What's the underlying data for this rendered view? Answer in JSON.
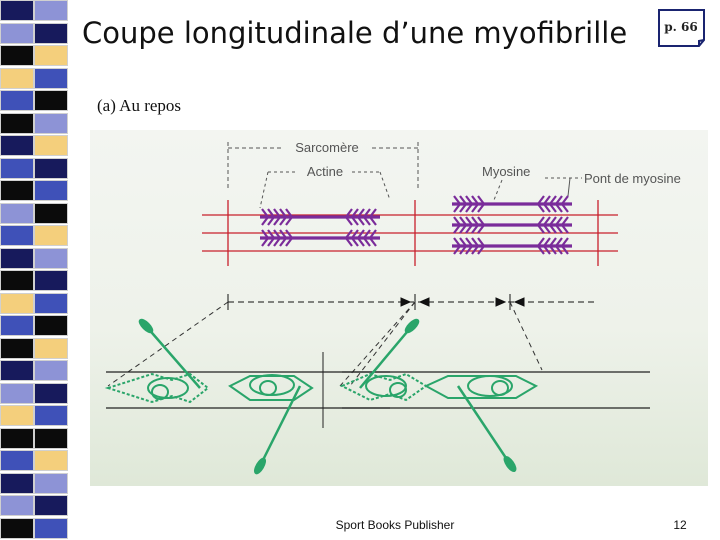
{
  "slide": {
    "title": "Coupe longitudinale d’une myofibrille",
    "page_ref": "p. 66",
    "subtitle": "(a) Au repos",
    "publisher": "Sport Books Publisher",
    "slide_number": "12"
  },
  "figure": {
    "labels": {
      "sarcomere": "Sarcomère",
      "actin": "Actine",
      "myosin": "Myosine",
      "myosin_bridge": "Pont de myosine"
    }
  },
  "colors": {
    "figure_background": "#e9efe4",
    "thin_filament": "#c8202c",
    "thick_filament": "#7a2c9a",
    "oar_green": "#2aa56a",
    "label_gray": "#555555",
    "strip_navy": "#171a5c",
    "strip_blue": "#3f51b8",
    "strip_periwinkle": "#8d93d6",
    "strip_gold": "#f4cf7c",
    "strip_black": "#0b0b0b"
  },
  "strip": {
    "left": [
      "strip_navy",
      "strip_periwinkle",
      "strip_black",
      "strip_gold",
      "strip_blue",
      "strip_black",
      "strip_navy",
      "strip_blue",
      "strip_black",
      "strip_periwinkle",
      "strip_blue",
      "strip_navy",
      "strip_black",
      "strip_gold",
      "strip_blue",
      "strip_black",
      "strip_navy",
      "strip_periwinkle",
      "strip_gold",
      "strip_black",
      "strip_blue",
      "strip_navy",
      "strip_periwinkle",
      "strip_black"
    ],
    "right": [
      "strip_periwinkle",
      "strip_navy",
      "strip_gold",
      "strip_blue",
      "strip_black",
      "strip_periwinkle",
      "strip_gold",
      "strip_navy",
      "strip_blue",
      "strip_black",
      "strip_gold",
      "strip_periwinkle",
      "strip_navy",
      "strip_blue",
      "strip_black",
      "strip_gold",
      "strip_periwinkle",
      "strip_navy",
      "strip_blue",
      "strip_black",
      "strip_gold",
      "strip_periwinkle",
      "strip_navy",
      "strip_blue"
    ]
  }
}
